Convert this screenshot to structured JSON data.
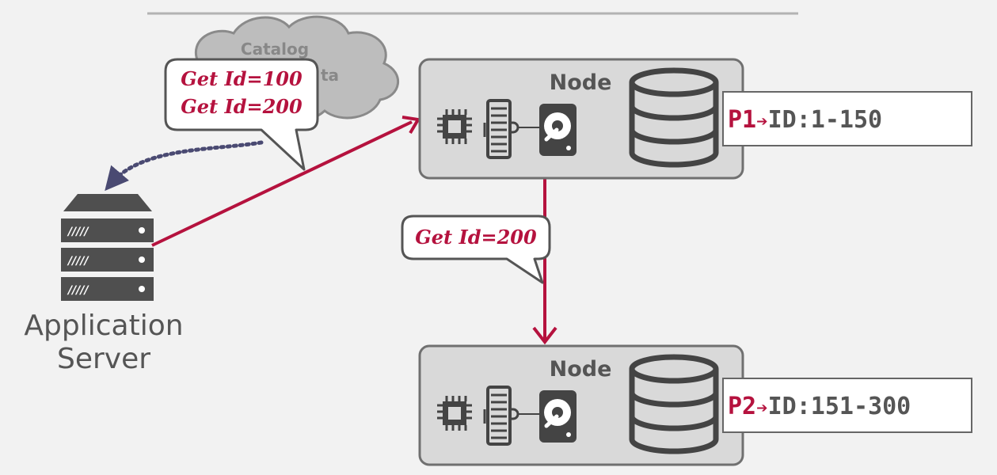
{
  "app_server": {
    "label_line1": "Application",
    "label_line2": "Server",
    "icon": "server-rack-icon"
  },
  "catalog_cloud": {
    "line1": "Catalog",
    "line2": "ta",
    "icon": "cloud-icon"
  },
  "query_bubble": {
    "line1": "Get Id=100",
    "line2": "Get Id=200"
  },
  "forward_bubble": {
    "text": "Get Id=200"
  },
  "nodes": [
    {
      "title": "Node",
      "partition_id": "P1",
      "arrow": "➔",
      "range": "ID:1-150"
    },
    {
      "title": "Node",
      "partition_id": "P2",
      "arrow": "➔",
      "range": "ID:151-300"
    }
  ],
  "icons": {
    "cpu": "cpu-icon",
    "memory": "memory-icon",
    "disk": "hard-disk-icon",
    "database": "database-icon"
  },
  "colors": {
    "accent": "#b5123e",
    "node_fill": "#d9d9d9",
    "node_stroke": "#707070",
    "icon_dark": "#444444",
    "catalog_arrow": "#4a4a72",
    "background": "#f2f2f2"
  }
}
